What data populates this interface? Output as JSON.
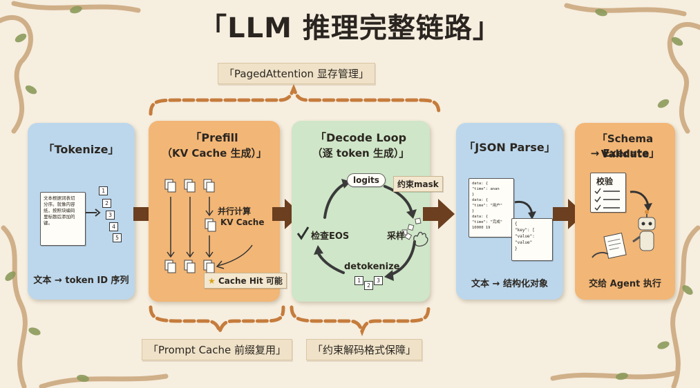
{
  "title": "「LLM 推理完整链路」",
  "top_tag": "「PagedAttention 显存管理」",
  "bottom_tags": {
    "prompt_cache": "「Prompt Cache 前缀复用」",
    "constrained": "「约束解码格式保障」"
  },
  "stages": {
    "tokenize": {
      "title": "「Tokenize」",
      "doc_lines": [
        "文本根据词表切",
        "分序。就像内容",
        "纸，按照块编码",
        "里标题后添加的",
        "键。"
      ],
      "tokens": [
        "1",
        "2",
        "3",
        "4",
        "5"
      ],
      "footer": "文本 → token ID 序列"
    },
    "prefill": {
      "title": "「Prefill",
      "subtitle": "（KV Cache 生成）」",
      "parallel_label_1": "并行计算",
      "parallel_label_2": "KV Cache",
      "cache_hit": "Cache Hit 可能"
    },
    "decode": {
      "title": "「Decode Loop",
      "subtitle": "（逐 token 生成）」",
      "logits": "logits",
      "mask": "约束mask",
      "sampling": "采样",
      "check_eos": "检查EOS",
      "detokenize": "detokenize",
      "tokens": [
        "1",
        "2",
        "3"
      ]
    },
    "json": {
      "title": "「JSON Parse」",
      "raw_lines": [
        "data: {",
        "  \"time\": anan",
        "}",
        "data: {",
        "  \"time\": \"用户\"",
        "}",
        "data: {",
        "  \"time\": \"完成\"",
        "  10000 19"
      ],
      "parsed_lines": [
        "{",
        "  \"key\": [",
        "  \"value\":",
        "  \"value\"",
        "}"
      ],
      "footer": "文本 → 结构化对象"
    },
    "schema": {
      "title_1": "「Schema Validate",
      "title_2": "→ Execute」",
      "check_label": "校验",
      "footer": "交给 Agent 执行"
    }
  },
  "colors": {
    "blue_panel": "#bcd7ec",
    "orange_panel": "#f2b676",
    "green_panel": "#cfe6c8",
    "arrow": "#6b3f1f",
    "brace": "#c57c3c",
    "vine": "#c9a57a",
    "leaf": "#8c9a5b"
  }
}
